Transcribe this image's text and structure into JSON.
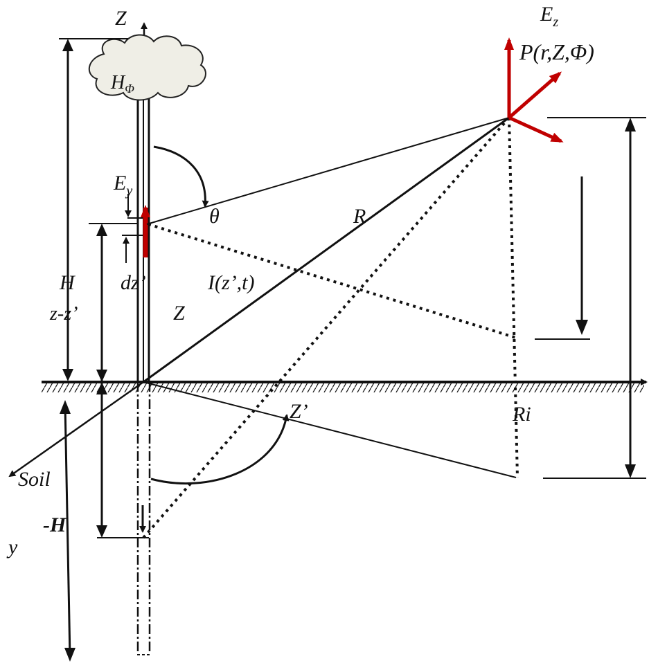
{
  "labels": {
    "z_axis": "Z",
    "h_phi": "H",
    "h_phi_sub": "Φ",
    "e_z": "E",
    "e_z_sub": "z",
    "point_p": "P(r,Z,Φ)",
    "e_y": "E",
    "e_y_sub": "y",
    "theta": "θ",
    "r": "R",
    "h": "H",
    "dz": "dz’",
    "current": "I(z’,t)",
    "z_minus_zp": "z-z’",
    "z_mid": "Z",
    "z_prime": "Z’",
    "ri": "Ri",
    "soil": "Soil",
    "neg_h": "-H",
    "y_axis": "y"
  },
  "colors": {
    "line": "#111111",
    "current_arrow": "#c00000",
    "cloud_fill": "#efeee6"
  },
  "icons": {
    "cloud": "cloud-icon"
  }
}
